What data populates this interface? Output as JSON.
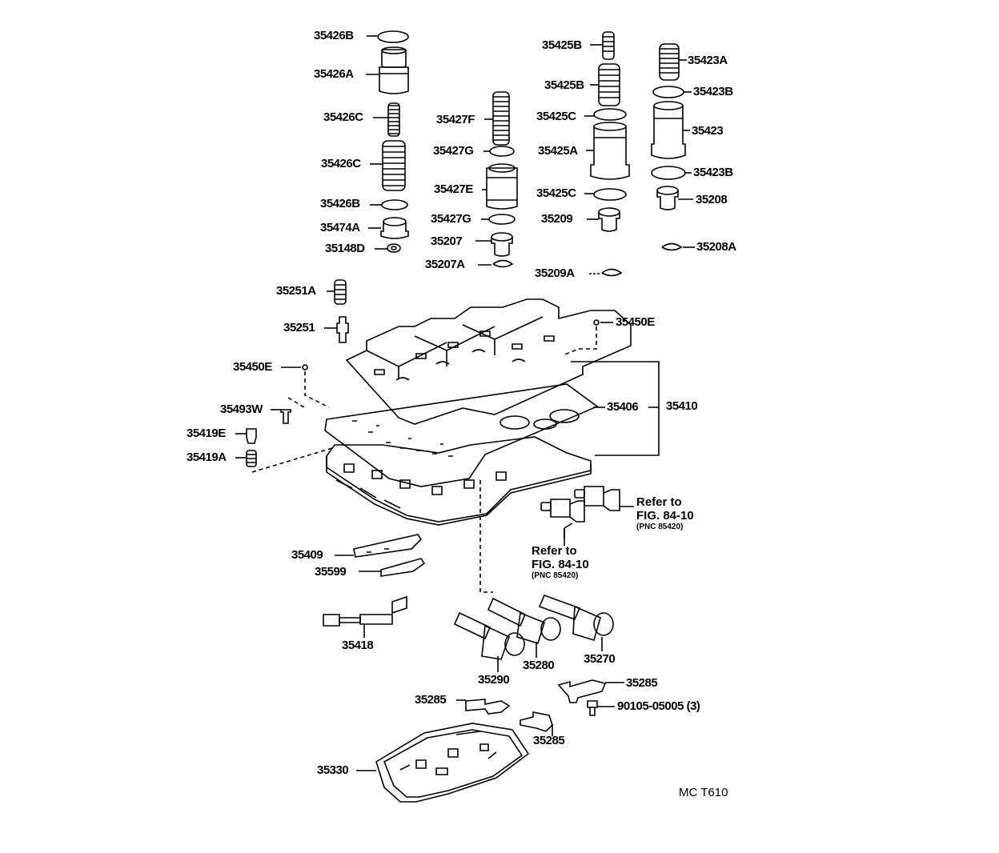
{
  "labels": {
    "p35426B_top": "35426B",
    "p35426A": "35426A",
    "p35426C_1": "35426C",
    "p35426C_2": "35426C",
    "p35426B_bot": "35426B",
    "p35474A": "35474A",
    "p35148D": "35148D",
    "p35427F": "35427F",
    "p35427G_1": "35427G",
    "p35427E": "35427E",
    "p35427G_2": "35427G",
    "p35207": "35207",
    "p35207A": "35207A",
    "p35425B_1": "35425B",
    "p35425B_2": "35425B",
    "p35425C_1": "35425C",
    "p35425A": "35425A",
    "p35425C_2": "35425C",
    "p35209": "35209",
    "p35209A": "35209A",
    "p35423A": "35423A",
    "p35423B_1": "35423B",
    "p35423": "35423",
    "p35423B_2": "35423B",
    "p35208": "35208",
    "p35208A": "35208A",
    "p35251A": "35251A",
    "p35251": "35251",
    "p35450E_r": "35450E",
    "p35450E_l": "35450E",
    "p35493W": "35493W",
    "p35419E": "35419E",
    "p35419A": "35419A",
    "p35406": "35406",
    "p35410": "35410",
    "p35409": "35409",
    "p35599": "35599",
    "p35418": "35418",
    "p35290": "35290",
    "p35280": "35280",
    "p35270": "35270",
    "p35285_r": "35285",
    "p35285_l": "35285",
    "p35285_m": "35285",
    "p90105": "90105-05005 (3)",
    "p35330": "35330"
  },
  "notes": {
    "ref1": {
      "line1": "Refer to",
      "line2": "FIG. 84-10",
      "pnc": "(PNC 85420)"
    },
    "ref2": {
      "line1": "Refer to",
      "line2": "FIG. 84-10",
      "pnc": "(PNC 85420)"
    }
  },
  "code": "MC  T610"
}
